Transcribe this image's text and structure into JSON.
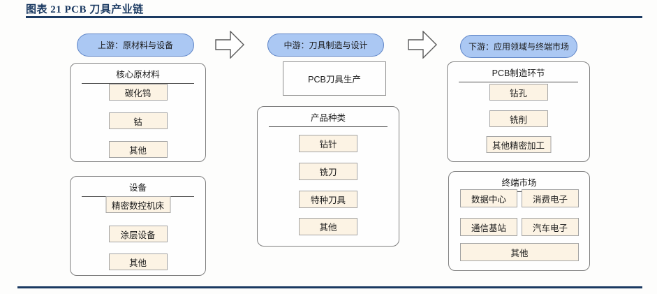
{
  "figure": {
    "title": "图表 21  PCB 刀具产业链"
  },
  "stages": {
    "upstream": {
      "pill": "上游：原材料与设备",
      "materials": {
        "title": "核心原材料",
        "items": [
          "碳化钨",
          "钴",
          "其他"
        ]
      },
      "equipment": {
        "title": "设备",
        "items": [
          "精密数控机床",
          "涂层设备",
          "其他"
        ]
      }
    },
    "midstream": {
      "pill": "中游：刀具制造与设计",
      "production_box": "PCB刀具生产",
      "products": {
        "title": "产品种类",
        "items": [
          "钻针",
          "铣刀",
          "特种刀具",
          "其他"
        ]
      }
    },
    "downstream": {
      "pill": "下游：应用领域与终端市场",
      "processes": {
        "title": "PCB制造环节",
        "items": [
          "钻孔",
          "铣削",
          "其他精密加工"
        ]
      },
      "markets": {
        "title": "终端市场",
        "grid_items": [
          "数据中心",
          "消费电子",
          "通信基站",
          "汽车电子"
        ],
        "full_width_item": "其他"
      }
    }
  },
  "icons": {
    "flow_arrow": "right-block-arrow"
  },
  "colors": {
    "accent_navy": "#1b3a62",
    "pill_fill": "#abc8f3",
    "pill_border": "#5e84c6",
    "item_fill": "#fcf3e4",
    "item_border": "#a3a3a3",
    "box_border": "#7f7f7f"
  }
}
